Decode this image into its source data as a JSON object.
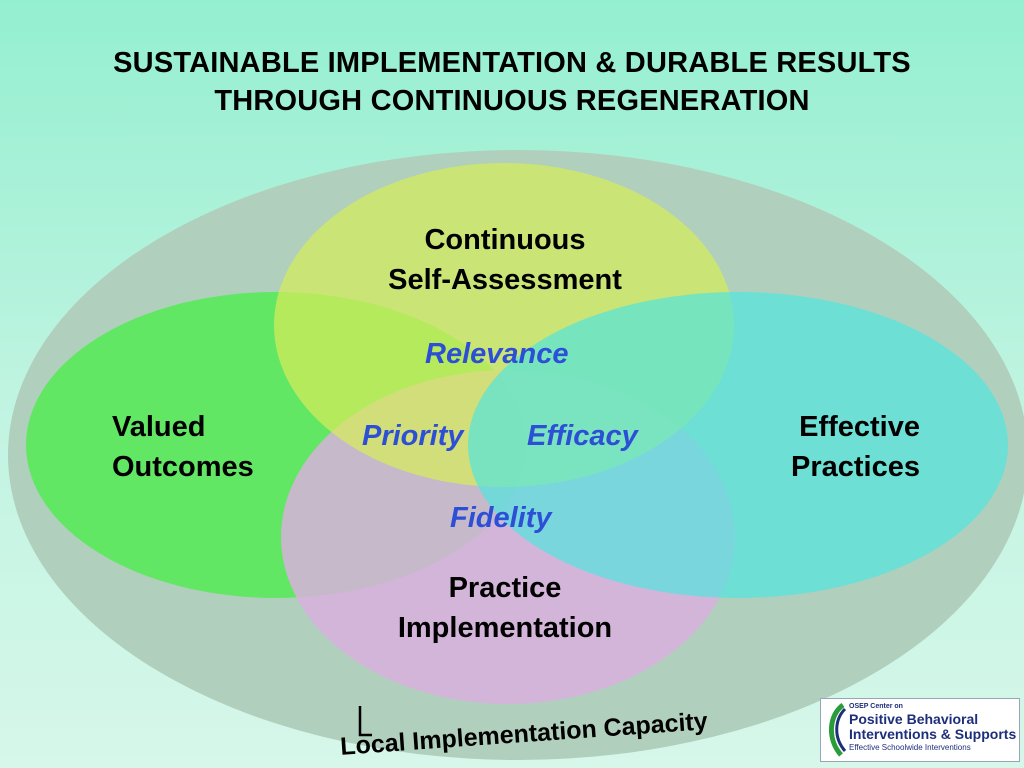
{
  "title": {
    "line1": "SUSTAINABLE IMPLEMENTATION & DURABLE RESULTS",
    "line2": "THROUGH CONTINUOUS REGENERATION"
  },
  "circles": {
    "top": {
      "line1": "Continuous",
      "line2": "Self-Assessment",
      "color": "#d6ec5a"
    },
    "left": {
      "line1": "Valued",
      "line2": "Outcomes",
      "color": "#5de85f"
    },
    "right": {
      "line1": "Effective",
      "line2": "Practices",
      "color": "#4ee6df"
    },
    "bottom": {
      "line1": "Practice",
      "line2": "Implementation",
      "color": "#dcaee0"
    }
  },
  "overlaps": {
    "relevance": "Relevance",
    "priority": "Priority",
    "efficacy": "Efficacy",
    "fidelity": "Fidelity"
  },
  "outer_label": "Local Implementation Capacity",
  "logo": {
    "line1": "OSEP Center on",
    "line2": "Positive Behavioral",
    "line3": "Interventions & Supports",
    "line4": "Effective Schoolwide Interventions"
  },
  "colors": {
    "outer_ellipse": "#b1cfbd",
    "keyword": "#2d4fd6"
  }
}
